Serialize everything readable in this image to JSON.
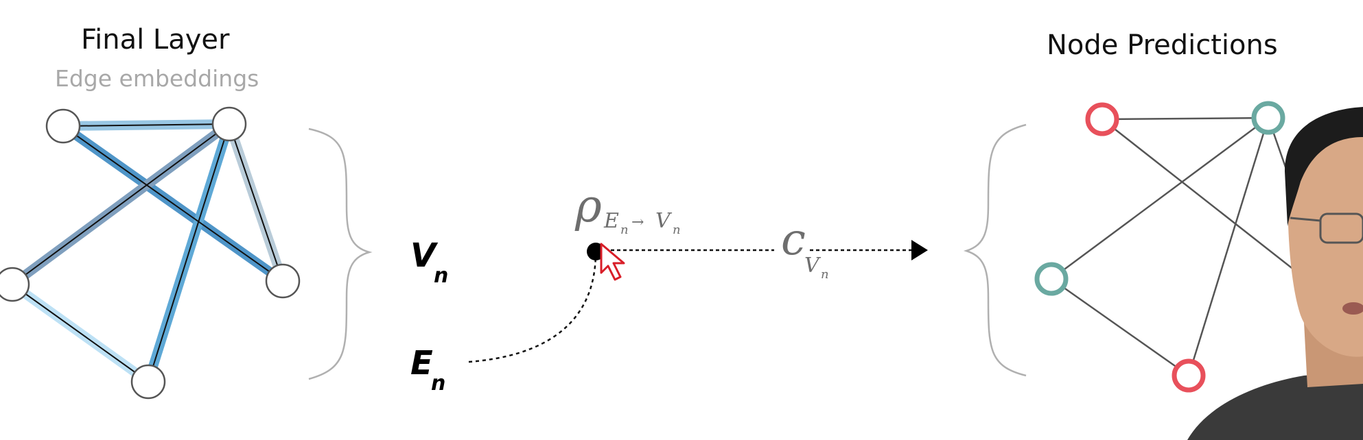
{
  "left_panel": {
    "title": "Final Layer",
    "subtitle": "Edge embeddings"
  },
  "right_panel": {
    "title": "Node Predictions"
  },
  "labels": {
    "v_main": "V",
    "v_sub": "n",
    "e_main": "E",
    "e_sub": "n",
    "rho": "ρ",
    "rho_sub_e": "E",
    "rho_sub_e_n": "n",
    "rho_arrow": "→",
    "rho_sub_v": "V",
    "rho_sub_v_n": "n",
    "c": "c",
    "c_sub_v": "V",
    "c_sub_n": "n"
  },
  "colors": {
    "edge_blue": "#5aa3cf",
    "edge_light_blue": "#b9def3",
    "edge_gray_blue": "#8fb0c8",
    "node_red": "#e8505b",
    "node_teal": "#6aa9a1",
    "line_gray": "#555555",
    "brace_gray": "#b0b0b0"
  }
}
